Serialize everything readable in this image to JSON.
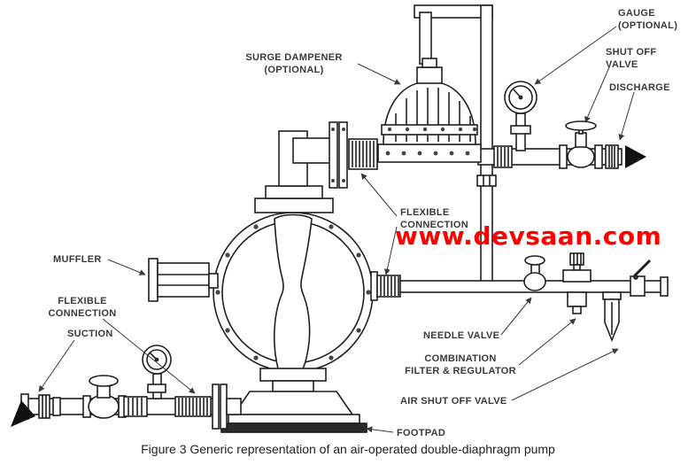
{
  "diagram": {
    "caption": "Figure 3 Generic representation of an air-operated double-diaphragm pump",
    "watermark": "www.devsaan.com",
    "labels": {
      "surge_dampener": "SURGE DAMPENER\n(OPTIONAL)",
      "gauge": "GAUGE\n(OPTIONAL)",
      "shut_off_valve": "SHUT OFF\nVALVE",
      "discharge": "DISCHARGE",
      "flexible_connection_upper": "FLEXIBLE\nCONNECTION",
      "muffler": "MUFFLER",
      "flexible_connection_lower": "FLEXIBLE\nCONNECTION",
      "suction": "SUCTION",
      "needle_valve": "NEEDLE VALVE",
      "combination_filter_regulator": "COMBINATION\nFILTER & REGULATOR",
      "air_shut_off_valve": "AIR SHUT OFF VALVE",
      "footpad": "FOOTPAD"
    },
    "colors": {
      "watermark": "#ff0000",
      "line": "#1f1f1f",
      "label": "#3a3a3a",
      "background": "#ffffff"
    }
  }
}
